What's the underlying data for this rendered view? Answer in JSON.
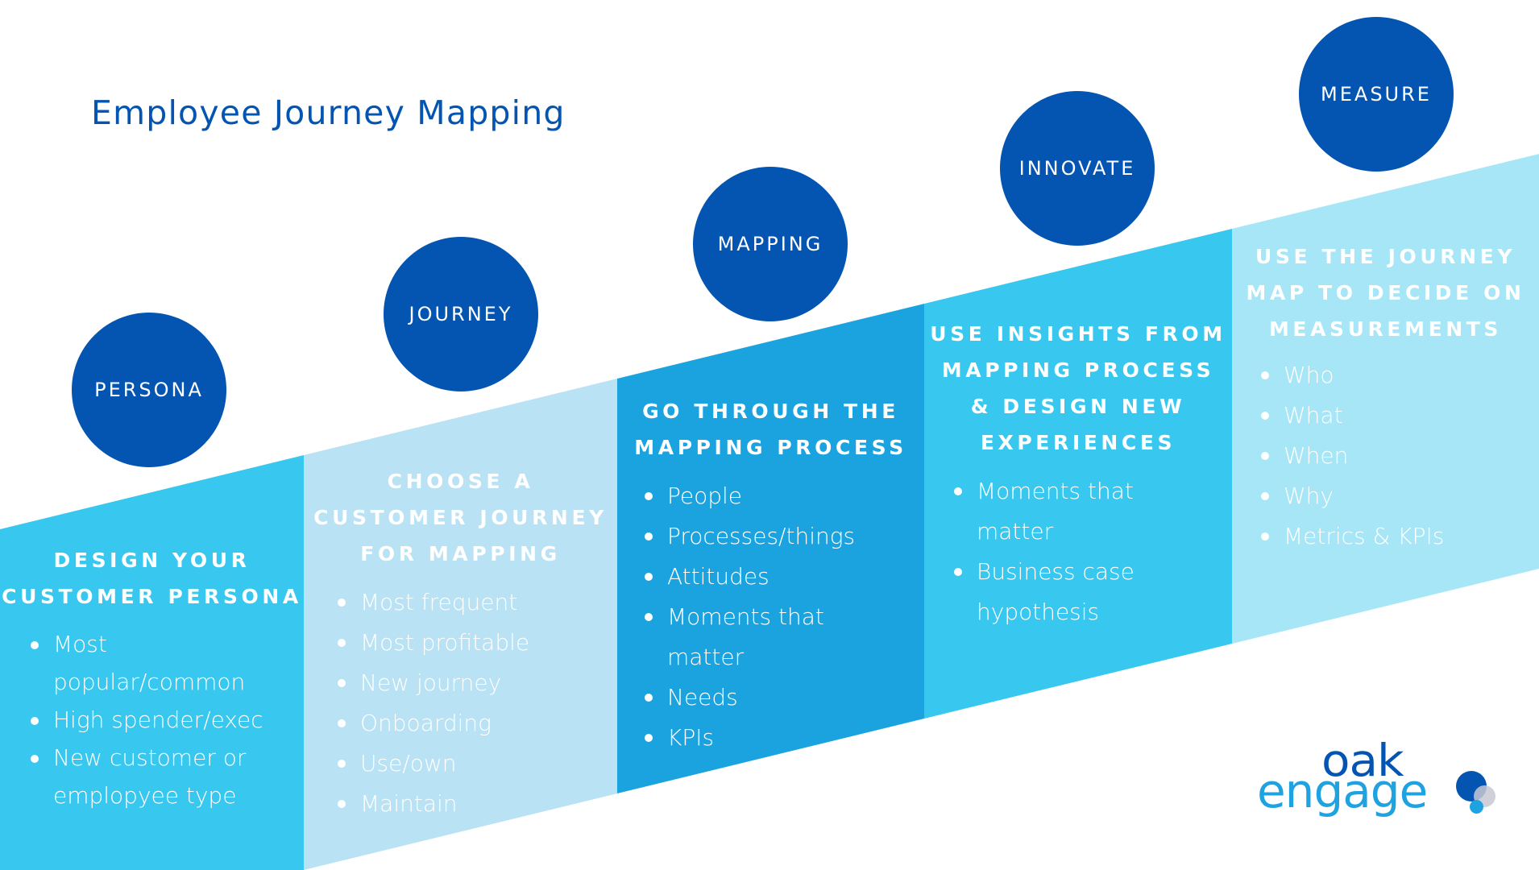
{
  "title": "Employee Journey Mapping",
  "colors": {
    "circle": "#0455b1",
    "title": "#0455b1",
    "panel_1": "#38c8ef",
    "panel_2": "#b9e2f4",
    "panel_3": "#1ba3e0",
    "panel_4": "#38c8ef",
    "panel_5": "#a6e6f6",
    "logo_oak": "#0455b1",
    "logo_engage": "#1ea3e0"
  },
  "stages": [
    {
      "label": "PERSONA",
      "heading": [
        "DESIGN YOUR",
        "CUSTOMER PERSONA"
      ],
      "bullets": [
        "Most popular/common",
        "High spender/exec",
        "New customer or emplopyee type"
      ]
    },
    {
      "label": "JOURNEY",
      "heading": [
        "CHOOSE A",
        "CUSTOMER JOURNEY",
        "FOR MAPPING"
      ],
      "bullets": [
        "Most frequent",
        "Most profitable",
        "New journey",
        "Onboarding",
        "Use/own",
        "Maintain"
      ]
    },
    {
      "label": "MAPPING",
      "heading": [
        "GO THROUGH THE",
        "MAPPING PROCESS"
      ],
      "bullets": [
        "People",
        "Processes/things",
        "Attitudes",
        "Moments that matter",
        "Needs",
        "KPIs"
      ]
    },
    {
      "label": "INNOVATE",
      "heading": [
        "USE INSIGHTS FROM",
        "MAPPING PROCESS",
        "& DESIGN NEW",
        "EXPERIENCES"
      ],
      "bullets": [
        "Moments that matter",
        "Business case hypothesis"
      ]
    },
    {
      "label": "MEASURE",
      "heading": [
        "USE THE JOURNEY",
        "MAP TO DECIDE ON",
        "MEASUREMENTS"
      ],
      "bullets": [
        "Who",
        "What",
        "When",
        "Why",
        "Metrics & KPIs"
      ]
    }
  ],
  "logo": {
    "line1": "oak",
    "line2": "engage"
  }
}
